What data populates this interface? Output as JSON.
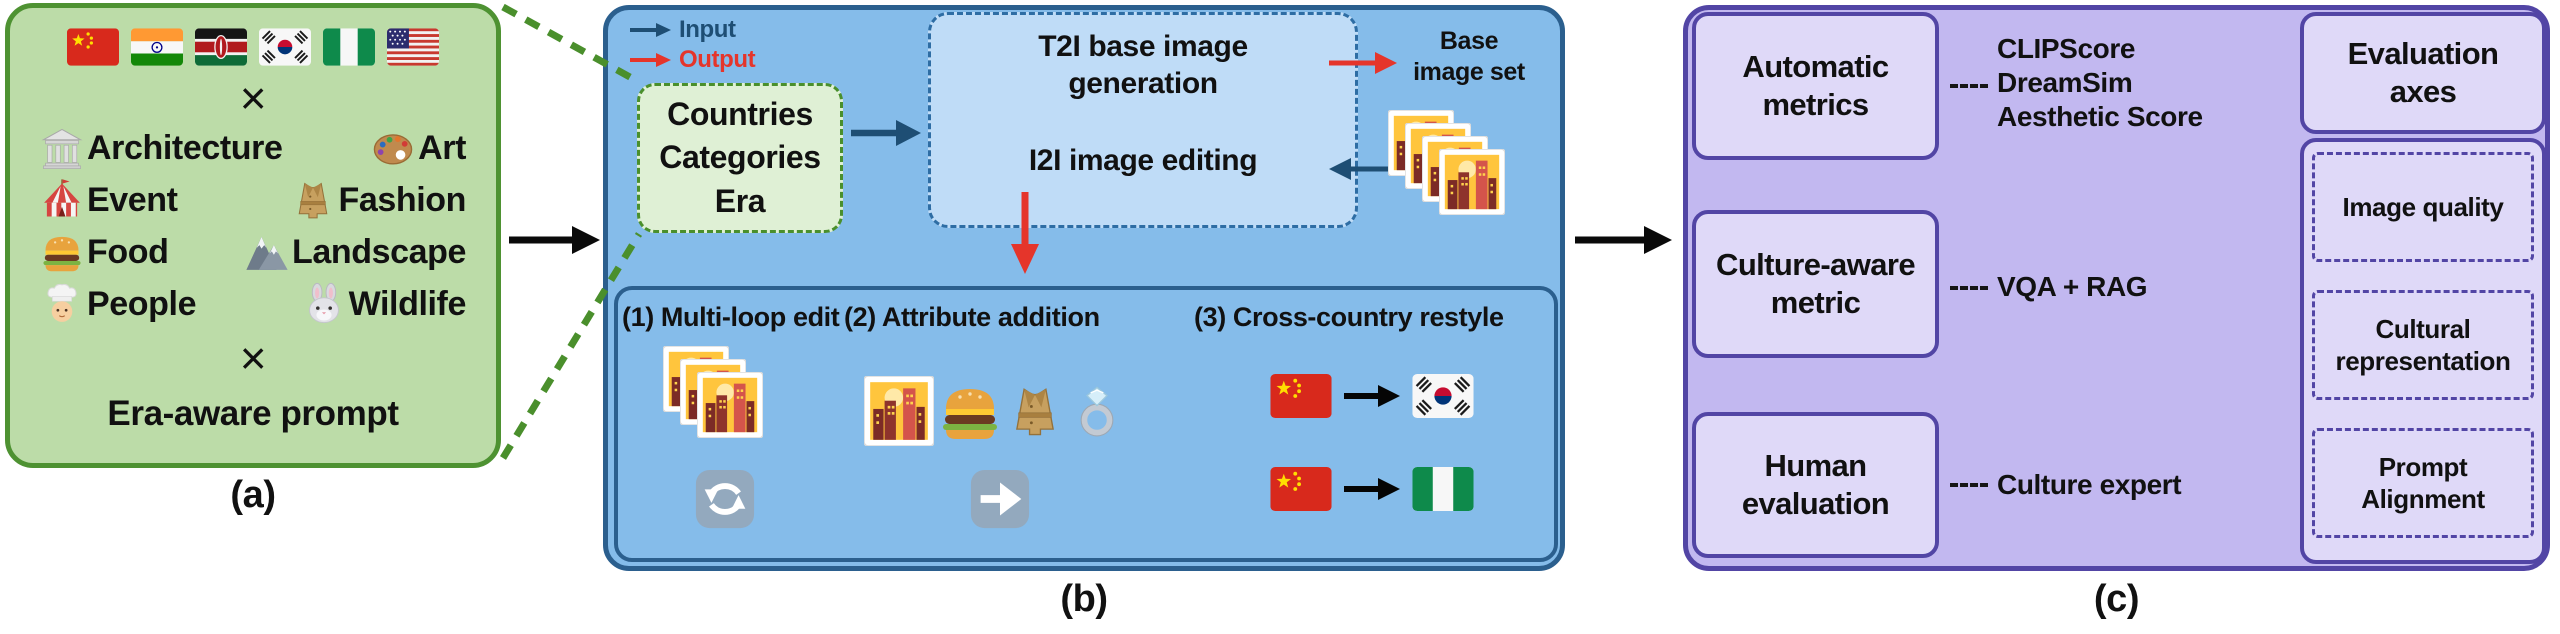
{
  "colors": {
    "panel_a_fill": "#BCDCA8",
    "panel_a_border": "#4E9232",
    "panel_b_fill": "#85BCEA",
    "panel_b_border": "#2B5F8E",
    "pipeline_box_fill": "#BFDCF7",
    "pipeline_box_border": "#2E6DA4",
    "countries_box_fill": "#DFF0D5",
    "countries_box_border": "#4A8F2C",
    "panel_c_fill": "#C2B8F0",
    "panel_c_border": "#5245A5",
    "panel_c_box_fill": "#DFD9F8",
    "input_arrow": "#1E4E74",
    "output_arrow": "#E5352B",
    "flow_arrow": "#0A0A0A"
  },
  "panel_a": {
    "label": "(a)",
    "flags": [
      {
        "icon": "flag-china-icon",
        "country": "China"
      },
      {
        "icon": "flag-india-icon",
        "country": "India"
      },
      {
        "icon": "flag-kenya-icon",
        "country": "Kenya"
      },
      {
        "icon": "flag-south-korea-icon",
        "country": "South Korea"
      },
      {
        "icon": "flag-nigeria-icon",
        "country": "Nigeria"
      },
      {
        "icon": "flag-usa-icon",
        "country": "USA"
      }
    ],
    "multiply_sign": "×",
    "categories": [
      {
        "icon": "classical-building-icon",
        "label": "Architecture"
      },
      {
        "icon": "palette-icon",
        "label": "Art"
      },
      {
        "icon": "circus-tent-icon",
        "label": "Event"
      },
      {
        "icon": "coat-icon",
        "label": "Fashion"
      },
      {
        "icon": "burger-icon",
        "label": "Food"
      },
      {
        "icon": "mountain-icon",
        "label": "Landscape"
      },
      {
        "icon": "cook-icon",
        "label": "People"
      },
      {
        "icon": "rabbit-icon",
        "label": "Wildlife"
      }
    ],
    "era_prompt": "Era-aware prompt"
  },
  "panel_b": {
    "label": "(b)",
    "legend": {
      "input": "Input",
      "output": "Output"
    },
    "countries_box": {
      "line1": "Countries",
      "line2": "Categories",
      "line3": "Era"
    },
    "pipeline": {
      "t2i": "T2I base image generation",
      "i2i": "I2I image editing",
      "base_set": "Base image set"
    },
    "edits": [
      {
        "title": "(1) Multi-loop edit",
        "icons": [
          "photo-stack-icon",
          "loop-arrows-icon"
        ]
      },
      {
        "title": "(2) Attribute addition",
        "icons": [
          "cityscape-photo-icon",
          "burger-icon",
          "coat-icon",
          "ring-icon",
          "right-arrow-button-icon"
        ]
      },
      {
        "title": "(3) Cross-country restyle",
        "pairs": [
          {
            "from": "China",
            "to": "South Korea"
          },
          {
            "from": "China",
            "to": "Nigeria"
          }
        ]
      }
    ]
  },
  "panel_c": {
    "label": "(c)",
    "metrics": [
      {
        "box": "Automatic metrics",
        "notes": [
          "CLIPScore",
          "DreamSim",
          "Aesthetic Score"
        ]
      },
      {
        "box": "Culture-aware metric",
        "notes": [
          "VQA + RAG"
        ]
      },
      {
        "box": "Human evaluation",
        "notes": [
          "Culture expert"
        ]
      }
    ],
    "axes": {
      "header": "Evaluation axes",
      "items": [
        "Image quality",
        "Cultural representation",
        "Prompt Alignment"
      ]
    }
  }
}
